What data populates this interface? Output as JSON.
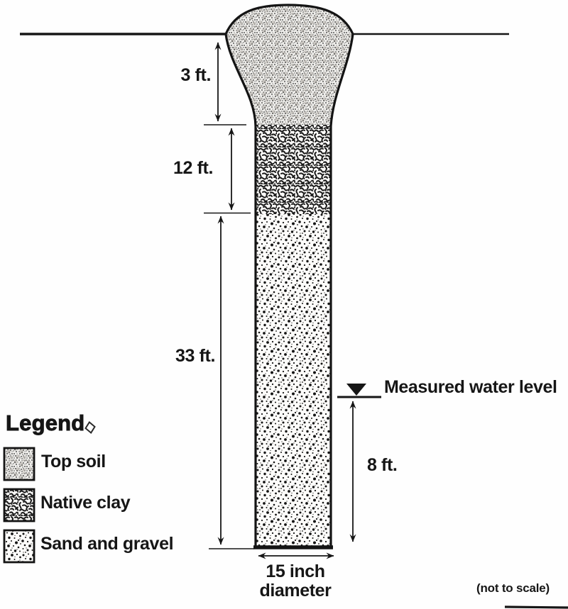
{
  "dimensions": {
    "top_soil_depth": "3 ft.",
    "native_clay_depth": "12 ft.",
    "sand_gravel_depth": "33 ft.",
    "water_column_height": "8 ft.",
    "diameter_line1": "15 inch",
    "diameter_line2": "diameter"
  },
  "water_level": {
    "label": "Measured water level",
    "marker": "down-triangle"
  },
  "legend": {
    "title": "Legend",
    "items": [
      {
        "label": "Top soil",
        "texture": "fine-stipple"
      },
      {
        "label": "Native clay",
        "texture": "vermicular-squiggle"
      },
      {
        "label": "Sand and gravel",
        "texture": "coarse-dots"
      }
    ]
  },
  "footnote": "(not to scale)",
  "colors": {
    "ink": "#161616",
    "paper": "#fefefe"
  }
}
